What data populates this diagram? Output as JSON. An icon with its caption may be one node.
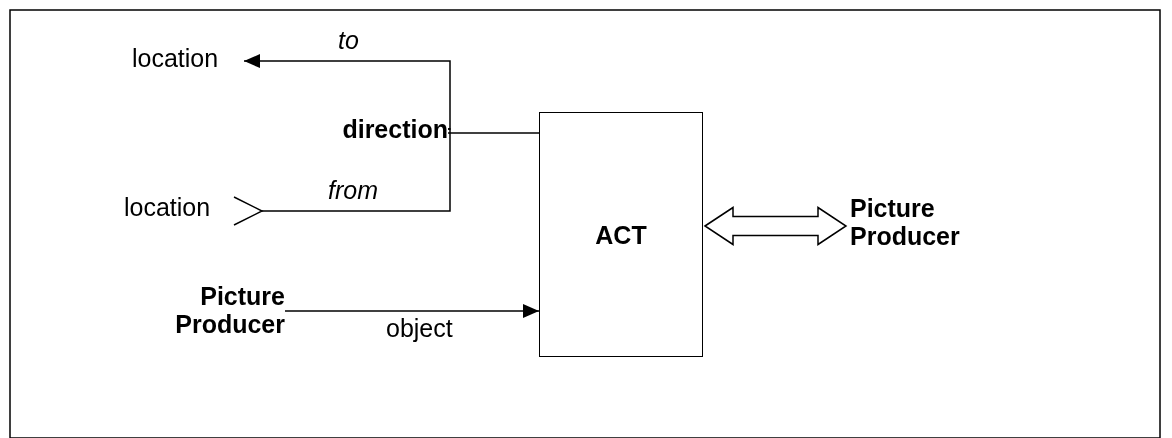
{
  "diagram": {
    "nodes": [
      {
        "text": [
          "ACT"
        ]
      },
      {
        "text": [
          "direction"
        ]
      },
      {
        "text": [
          "location"
        ]
      },
      {
        "text": [
          "location"
        ]
      },
      {
        "text": [
          "Picture Producer"
        ]
      },
      {
        "text": [
          "Picture Producer"
        ]
      }
    ],
    "edges": [
      {
        "from": 0,
        "to": 1,
        "arrow": "none"
      },
      {
        "from": 1,
        "to": 2,
        "arrow": "to",
        "label": "to"
      },
      {
        "from": 1,
        "to": 3,
        "arrow": "other",
        "label": "from"
      },
      {
        "from": 4,
        "to": 0,
        "arrow": "to",
        "label": "object"
      },
      {
        "from": 0,
        "to": 5,
        "arrow": "both",
        "style": "thick"
      }
    ]
  }
}
